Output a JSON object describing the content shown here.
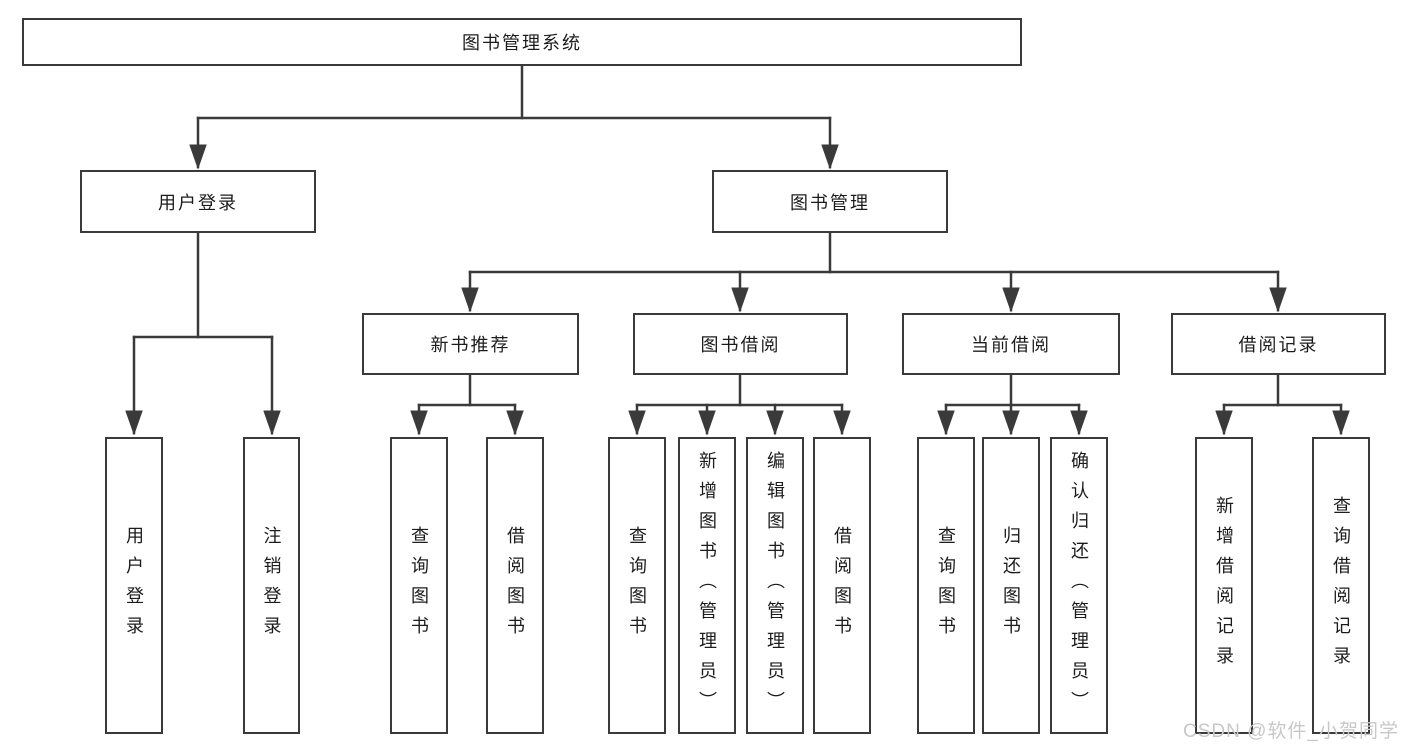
{
  "colors": {
    "line": "#3a3a3a",
    "text": "#1c1c1c",
    "box-bg": "#ffffff",
    "watermark": "#c8c8c8"
  },
  "tree": {
    "root": {
      "label": "图书管理系统"
    },
    "level2": [
      {
        "label": "用户登录",
        "children": [
          {
            "label": "用户登录"
          },
          {
            "label": "注销登录"
          }
        ]
      },
      {
        "label": "图书管理",
        "groups": [
          {
            "label": "新书推荐",
            "children": [
              {
                "label": "查询图书"
              },
              {
                "label": "借阅图书"
              }
            ]
          },
          {
            "label": "图书借阅",
            "children": [
              {
                "label": "查询图书"
              },
              {
                "label": "新增图书（管理员）"
              },
              {
                "label": "编辑图书（管理员）"
              },
              {
                "label": "借阅图书"
              }
            ]
          },
          {
            "label": "当前借阅",
            "children": [
              {
                "label": "查询图书"
              },
              {
                "label": "归还图书"
              },
              {
                "label": "确认归还（管理员）"
              }
            ]
          },
          {
            "label": "借阅记录",
            "children": [
              {
                "label": "新增借阅记录"
              },
              {
                "label": "查询借阅记录"
              }
            ]
          }
        ]
      }
    ]
  },
  "watermark": {
    "text": "CSDN @软件_小贺同学"
  }
}
